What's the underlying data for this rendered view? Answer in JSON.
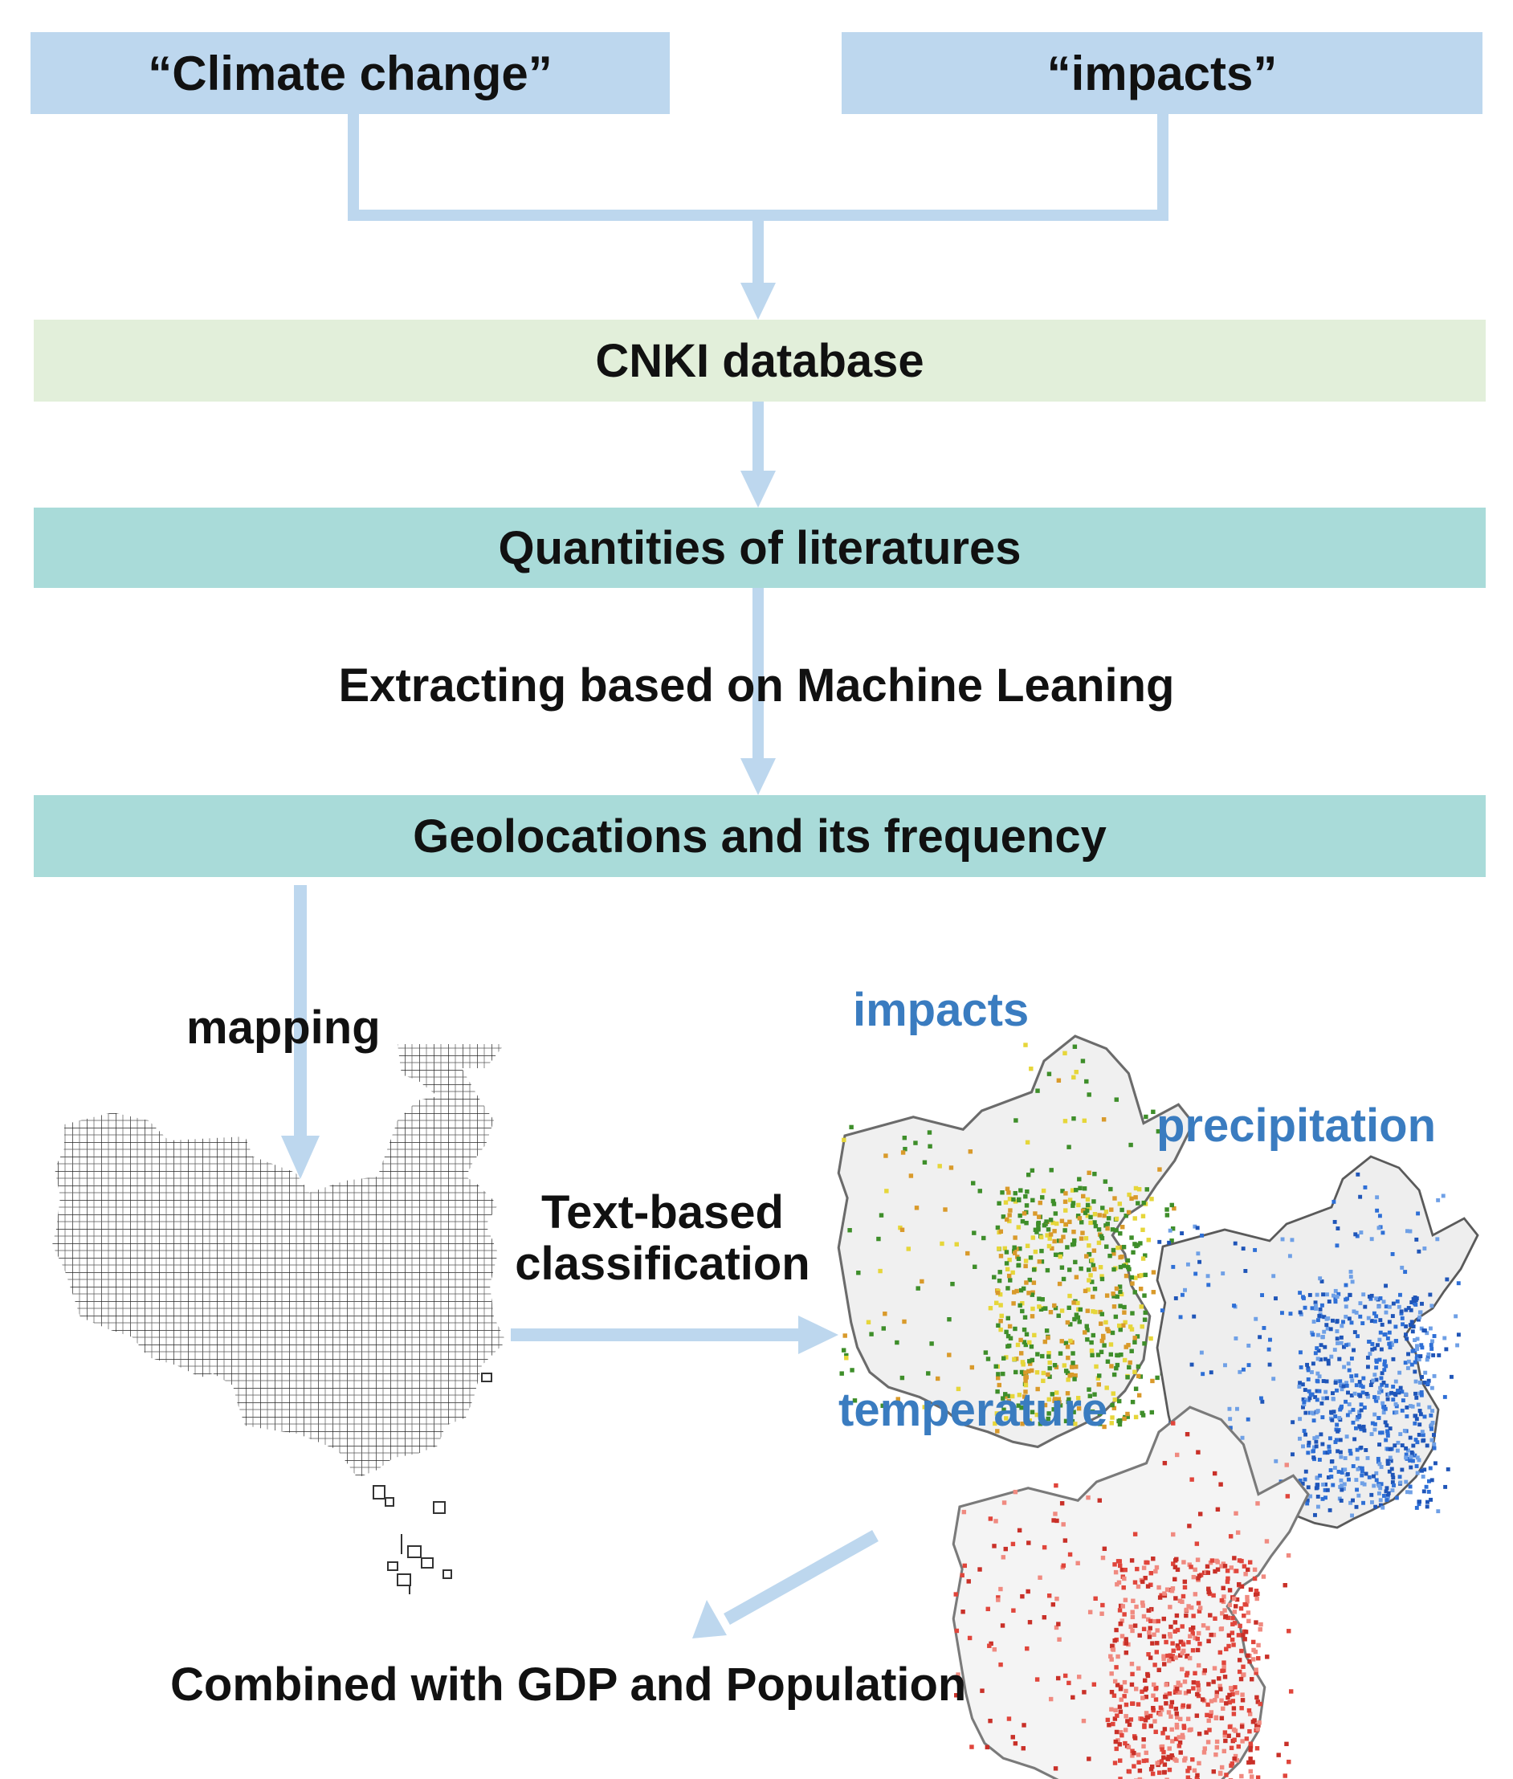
{
  "keywords": {
    "left": "“Climate change”",
    "right": "“impacts”"
  },
  "database": "CNKI database",
  "quantities": "Quantities of literatures",
  "extracting": "Extracting based on Machine Leaning",
  "geolocations": "Geolocations and its frequency",
  "mapping": "mapping",
  "classification": {
    "line1": "Text-based",
    "line2": "classification"
  },
  "maps": {
    "impacts": "impacts",
    "precipitation": "precipitation",
    "temperature": "temperature"
  },
  "combined": "Combined with GDP and Population",
  "colors": {
    "keyword_box": "#bdd7ee",
    "database_box": "#e2efda",
    "step_box": "#a9dbd9",
    "arrow": "#bdd7ee",
    "map_label": "#3a7cc0",
    "impacts_high": "#d99a2b",
    "impacts_mid": "#e6d63a",
    "impacts_low": "#3e8e2a",
    "precipitation": "#2e6fd6",
    "temperature": "#e0453b"
  }
}
